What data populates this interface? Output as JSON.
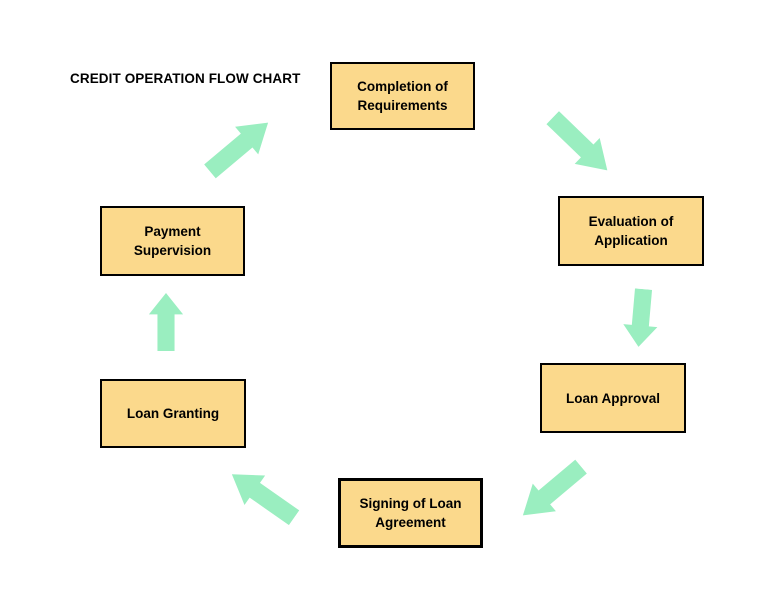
{
  "title": "CREDIT OPERATION FLOW CHART",
  "colors": {
    "background": "#ffffff",
    "box_fill": "#fbd98c",
    "box_border": "#000000",
    "box_text": "#000000",
    "arrow_fill": "#9aeec0",
    "title_text": "#000000"
  },
  "nodes": [
    {
      "id": "completion-of-requirements",
      "label": "Completion of\nRequirements"
    },
    {
      "id": "evaluation-of-application",
      "label": "Evaluation of\nApplication"
    },
    {
      "id": "loan-approval",
      "label": "Loan Approval"
    },
    {
      "id": "signing-of-loan-agreement",
      "label": "Signing of Loan\nAgreement"
    },
    {
      "id": "loan-granting",
      "label": "Loan Granting"
    },
    {
      "id": "payment-supervision",
      "label": "Payment\nSupervision"
    }
  ],
  "arrows": [
    {
      "from": "completion-of-requirements",
      "to": "evaluation-of-application",
      "direction": "down-right"
    },
    {
      "from": "evaluation-of-application",
      "to": "loan-approval",
      "direction": "down"
    },
    {
      "from": "loan-approval",
      "to": "signing-of-loan-agreement",
      "direction": "down-left"
    },
    {
      "from": "signing-of-loan-agreement",
      "to": "loan-granting",
      "direction": "up-left"
    },
    {
      "from": "loan-granting",
      "to": "payment-supervision",
      "direction": "up"
    },
    {
      "from": "payment-supervision",
      "to": "completion-of-requirements",
      "direction": "up-right"
    }
  ]
}
